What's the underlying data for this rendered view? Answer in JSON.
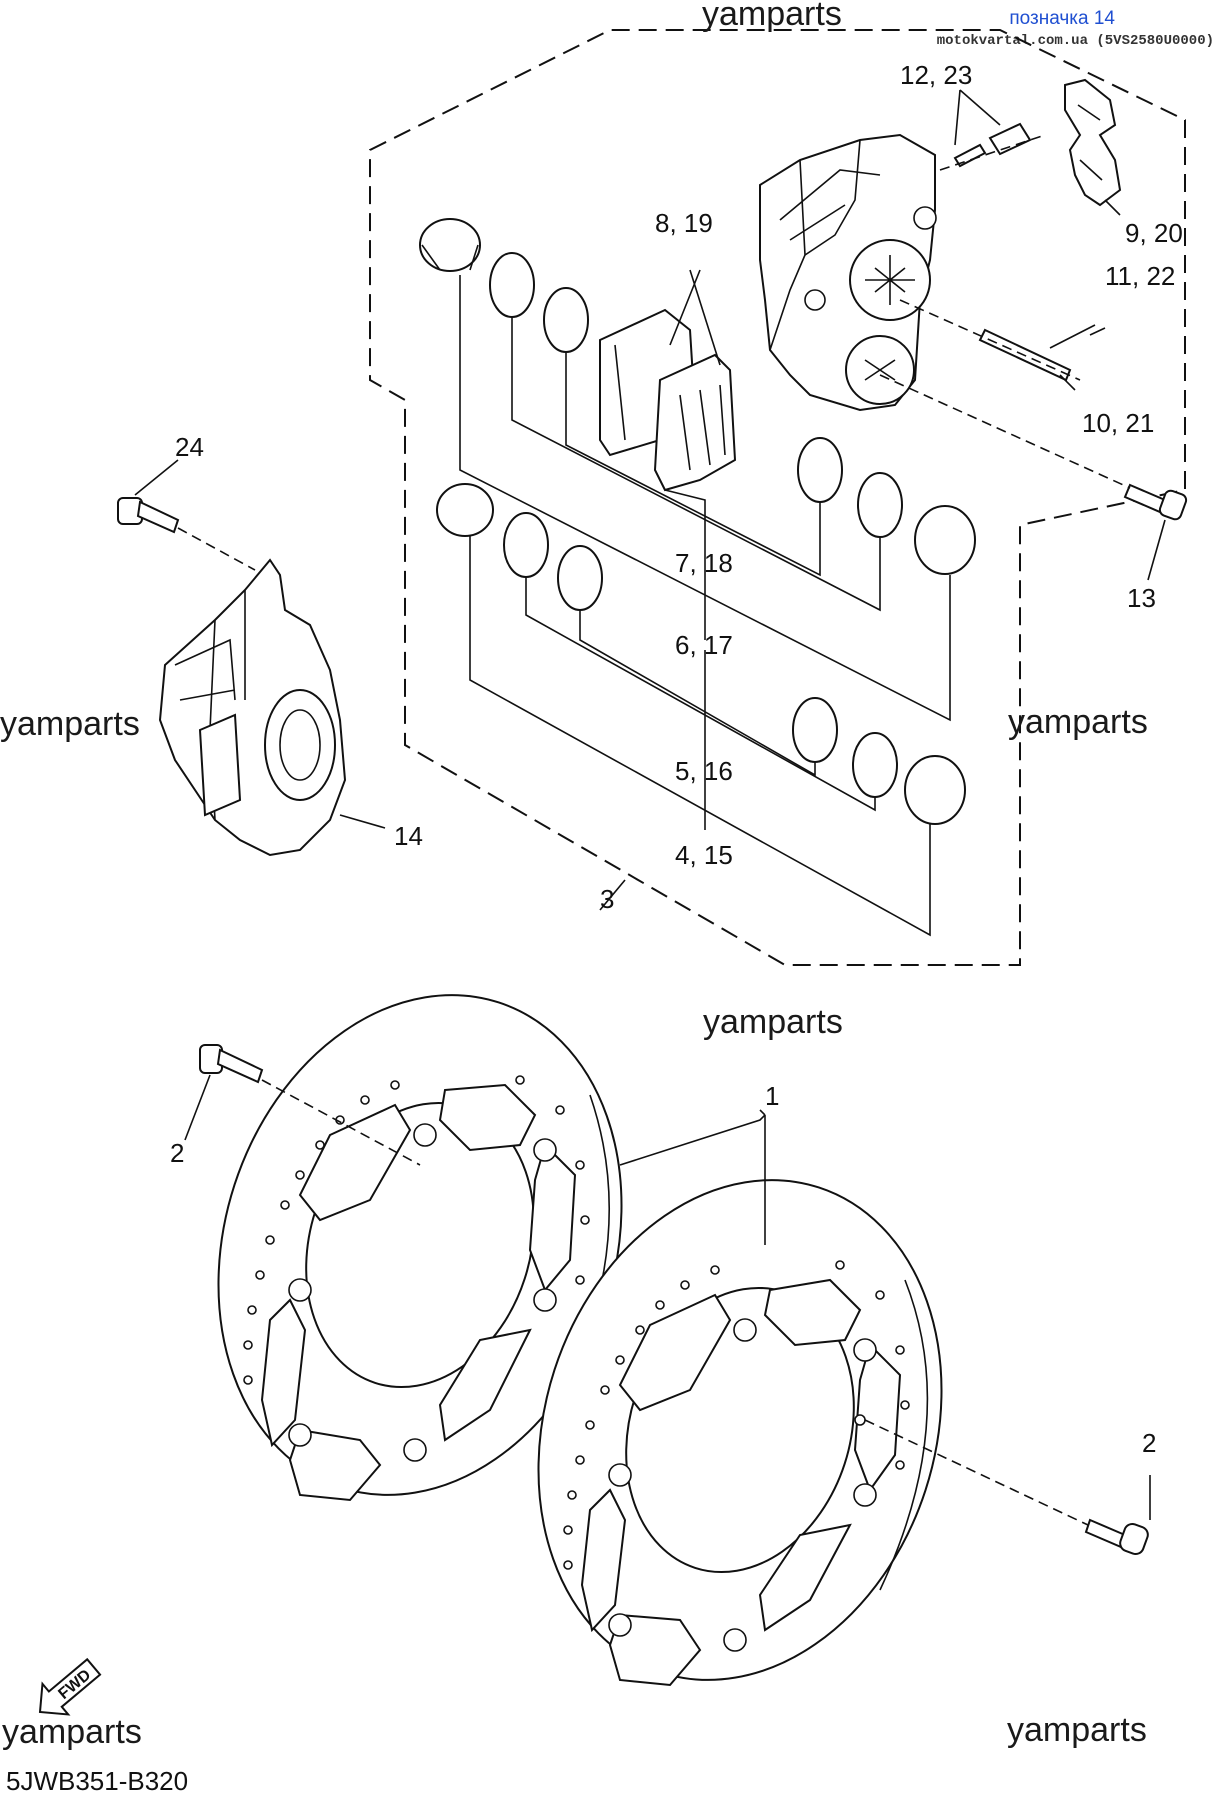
{
  "header": {
    "label": "позначка 14",
    "site": "motokvartal.com.ua (5VS2580U0000)"
  },
  "watermarks": [
    "yamparts",
    "yamparts",
    "yamparts",
    "yamparts",
    "yamparts",
    "yamparts"
  ],
  "callouts": [
    "1",
    "2",
    "2",
    "3",
    "4, 15",
    "5, 16",
    "6, 17",
    "7, 18",
    "8, 19",
    "9, 20",
    "10, 21",
    "11, 22",
    "12, 23",
    "13",
    "14",
    "24"
  ],
  "footer": {
    "fwd": "FWD",
    "diagram_code": "5JWB351-B320"
  },
  "colors": {
    "header_label": "#1f4fd1",
    "line": "#111111",
    "background": "#ffffff"
  }
}
